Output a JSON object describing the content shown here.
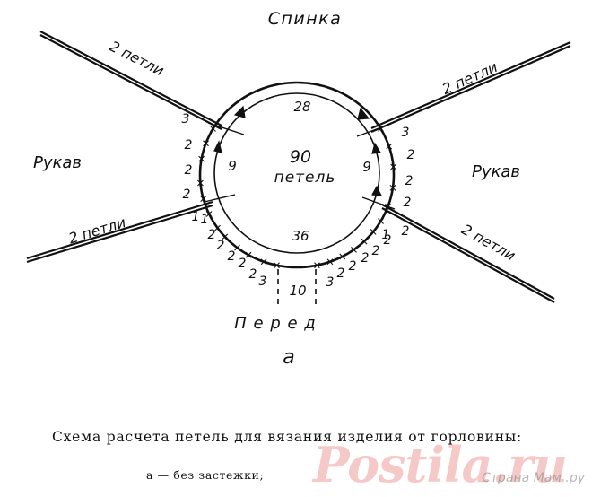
{
  "labels": {
    "back": "Спинка",
    "sleeve_left": "Рукав",
    "sleeve_right": "Рукав",
    "front": "П е р е д",
    "variant": "а",
    "center_count": "90",
    "center_unit": "петель"
  },
  "raglan": {
    "top_left": "2 петли",
    "top_right": "2 петли",
    "bottom_left": "2 петли",
    "bottom_right": "2 петли"
  },
  "counts": {
    "back": "28",
    "left_sleeve": "9",
    "right_sleeve": "9",
    "front": "36",
    "front_center": "10"
  },
  "left_marks": [
    "3",
    "2",
    "2",
    "2",
    "1",
    "1"
  ],
  "right_marks": [
    "3",
    "2",
    "2",
    "2",
    "2",
    "1"
  ],
  "front_left_marks": [
    "2",
    "2",
    "2",
    "2",
    "2",
    "3"
  ],
  "front_right_marks": [
    "3",
    "2",
    "2",
    "2",
    "2",
    "2"
  ],
  "caption": {
    "line1": "Схема расчета петель для вязания изделия от горловины:",
    "line2": "а — без застежки;"
  },
  "watermark": {
    "main": "Postila.ru",
    "sub": "Страна Мам .ру"
  }
}
